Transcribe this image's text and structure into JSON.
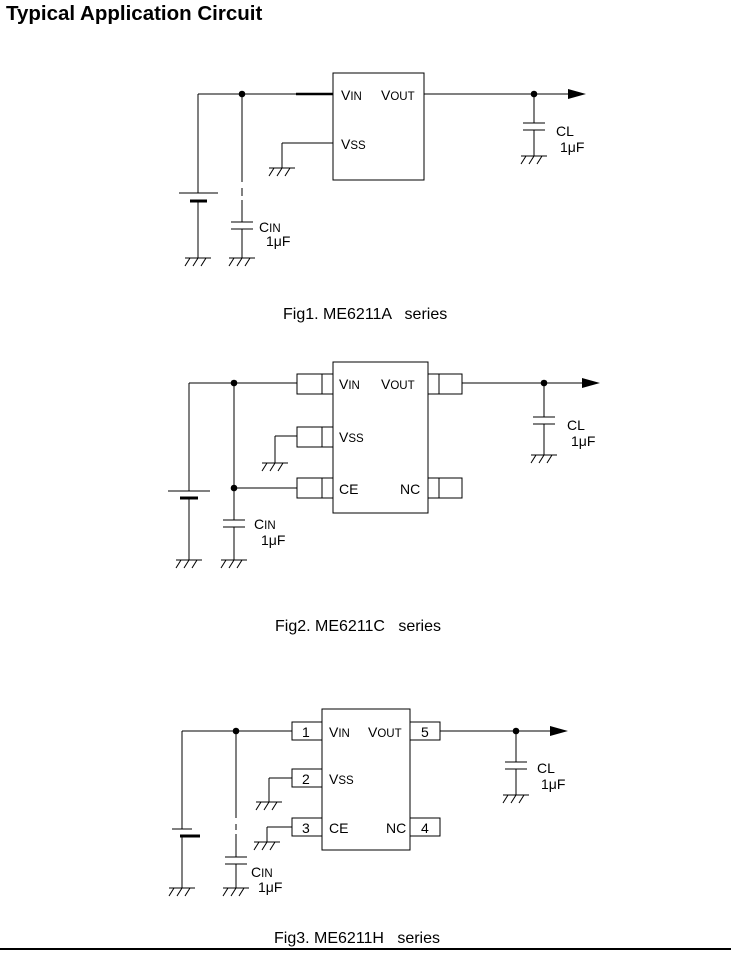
{
  "heading": "Typical Application Circuit",
  "figures": [
    {
      "caption": "Fig1. ME6211A   series",
      "ic_pins": {
        "vin": "V",
        "vin_sub": "IN",
        "vout": "V",
        "vout_sub": "OUT",
        "vss": "V",
        "vss_sub": "SS"
      },
      "cin": {
        "name": "C",
        "sub": "IN",
        "value": "1μF"
      },
      "cl": {
        "name": "CL",
        "value": "1μF"
      }
    },
    {
      "caption": "Fig2. ME6211C   series",
      "ic_pins": {
        "vin": "V",
        "vin_sub": "IN",
        "vout": "V",
        "vout_sub": "OUT",
        "vss": "V",
        "vss_sub": "SS",
        "ce": "CE",
        "nc": "NC"
      },
      "cin": {
        "name": "C",
        "sub": "IN",
        "value": "1μF"
      },
      "cl": {
        "name": "CL",
        "value": "1μF"
      }
    },
    {
      "caption": "Fig3. ME6211H   series",
      "ic_pins": {
        "vin": "V",
        "vin_sub": "IN",
        "vout": "V",
        "vout_sub": "OUT",
        "vss": "V",
        "vss_sub": "SS",
        "ce": "CE",
        "nc": "NC"
      },
      "pin_numbers": [
        "1",
        "2",
        "3",
        "4",
        "5"
      ],
      "cin": {
        "name": "C",
        "sub": "IN",
        "value": "1μF"
      },
      "cl": {
        "name": "CL",
        "value": "1μF"
      }
    }
  ]
}
